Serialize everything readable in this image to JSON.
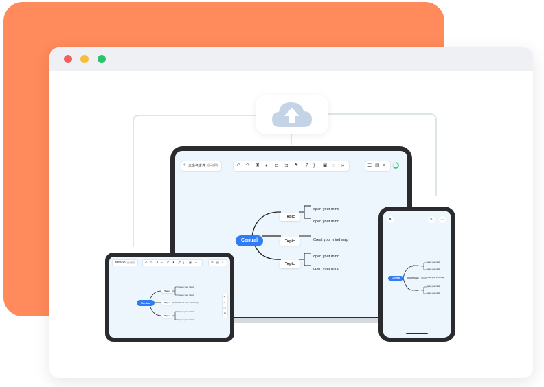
{
  "colors": {
    "accent_orange": "#ff8a5b",
    "central_blue": "#2f7cf6",
    "cloud": "#c5d3e6",
    "device_frame": "#2a2b2f",
    "canvas_bg": "#edf5fd",
    "traffic_red": "#f26060",
    "traffic_yellow": "#f7be3d",
    "traffic_green": "#2cc46a",
    "progress_green": "#2cc46a"
  },
  "window": {
    "controls": [
      "close-dot",
      "minimize-dot",
      "maximize-dot"
    ]
  },
  "cloud": {
    "icon": "cloud-upload-icon"
  },
  "mindmap": {
    "central": "Central",
    "topic": "Topic",
    "leaf_open": "open your mind",
    "leaf_create": "Creat your mind map"
  },
  "laptop": {
    "toolbar": {
      "doc_title": "未命名文件",
      "tag_text": "自动保存",
      "tools": [
        "undo-icon",
        "redo-icon",
        "style-icon",
        "theme-icon",
        "insert-topic-icon",
        "insert-subtopic-icon",
        "marker-icon",
        "relationship-icon",
        "summary-icon",
        "image-icon",
        "boundary-icon",
        "link-icon"
      ],
      "view_tools": [
        "outline-icon",
        "present-icon",
        "list-icon"
      ]
    }
  },
  "tablet": {
    "toolbar": {
      "doc_title": "未命名文件",
      "tag_text": "自动保存"
    },
    "side_tools": [
      "zoom-in-icon",
      "zoom-out-icon",
      "fit-icon",
      "settings-icon"
    ]
  },
  "phone": {
    "top_left": "✕",
    "top_right": [
      "edit-icon",
      "more-icon"
    ]
  }
}
